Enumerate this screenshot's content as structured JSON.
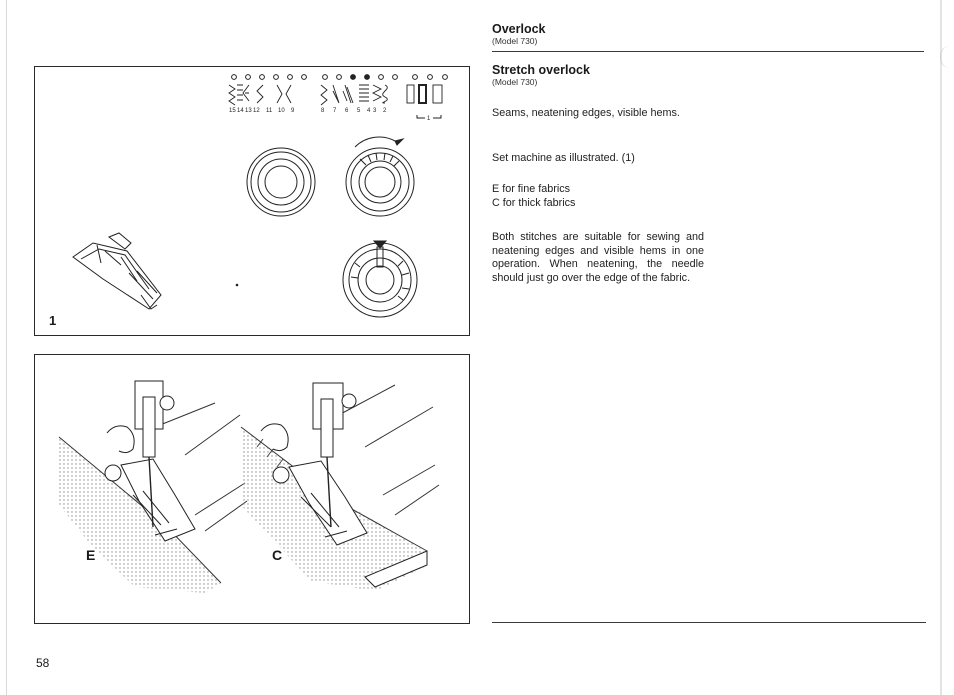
{
  "page_number": "58",
  "heading": {
    "title": "Overlock",
    "model": "(Model 730)"
  },
  "subheading": {
    "title": "Stretch overlock",
    "model": "(Model 730)"
  },
  "paragraphs": [
    "Seams, neatening edges, visible hems.",
    "Set machine as illustrated. (1)",
    "E  for fine fabrics",
    "C  for thick fabrics",
    "Both stitches are suitable for sewing and neatening edges and visible hems in one operation. When neatening, the needle should just go over the edge of the fabric."
  ],
  "figure1": {
    "number": "1",
    "stitch_numbers_left": [
      "15",
      "14",
      "13",
      "12",
      "11",
      "10",
      "9"
    ],
    "stitch_numbers_right": [
      "8",
      "7",
      "6",
      "5",
      "4",
      "3",
      "2"
    ],
    "bracket_label": "1"
  },
  "figure2": {
    "labels": [
      "E",
      "C"
    ]
  }
}
